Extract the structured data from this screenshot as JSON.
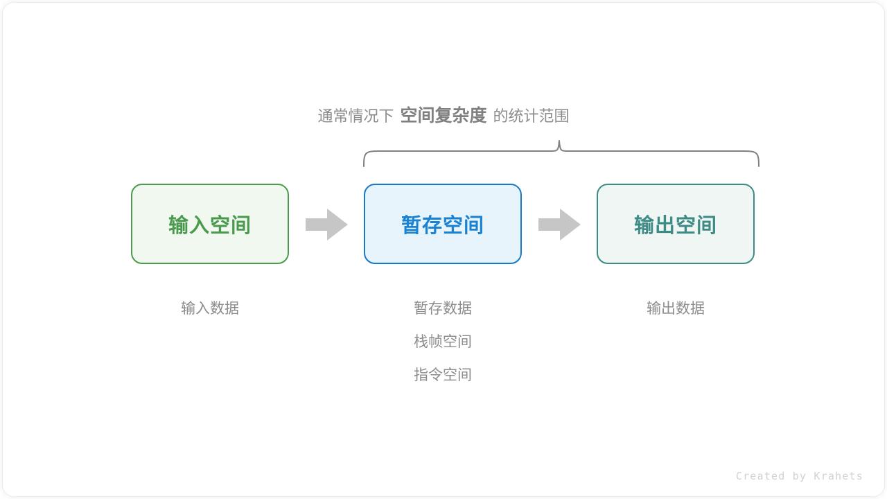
{
  "figure": {
    "title_caption": {
      "prefix": "通常情况下",
      "emphasis": "空间复杂度",
      "suffix": "的统计范围"
    },
    "watermark": "Created by Krahets",
    "background_color": "#ffffff",
    "brace_color": "#808080",
    "arrow_color": "#c6c6c6",
    "caption_color": "#8c8c8c"
  },
  "boxes": [
    {
      "name": "input-space",
      "label": "输入空间",
      "border_color": "#4c9a4c",
      "fill_color": "#f1f8f0",
      "text_color": "#4a9a4d"
    },
    {
      "name": "temp-space",
      "label": "暂存空间",
      "border_color": "#1878c8",
      "fill_color": "#e8f4fc",
      "text_color": "#1a82d2"
    },
    {
      "name": "output-space",
      "label": "输出空间",
      "border_color": "#3d8b85",
      "fill_color": "#eff6f4",
      "text_color": "#3d8b85"
    }
  ],
  "captions": {
    "input": [
      "输入数据"
    ],
    "temp": [
      "暂存数据",
      "栈帧空间",
      "指令空间"
    ],
    "output": [
      "输出数据"
    ]
  },
  "arrows": [
    {
      "name": "arrow-input-to-temp",
      "direction": "right"
    },
    {
      "name": "arrow-temp-to-output",
      "direction": "right"
    }
  ]
}
